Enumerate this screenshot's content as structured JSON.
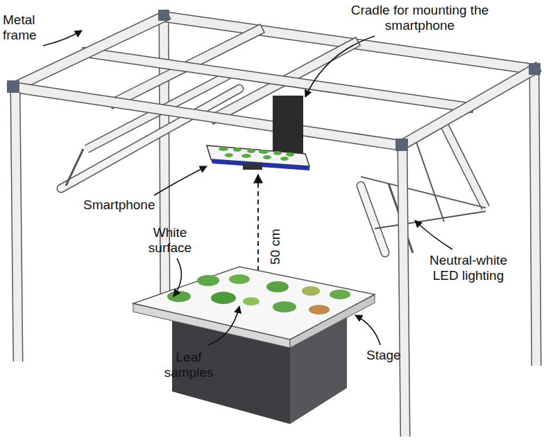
{
  "diagram": {
    "labels": [
      "Metal frame",
      "Cradle for mounting the smartphone",
      "Smartphone",
      "50 cm",
      "White surface",
      "Neutral-white LED lighting",
      "Leaf samples",
      "Stage"
    ]
  }
}
